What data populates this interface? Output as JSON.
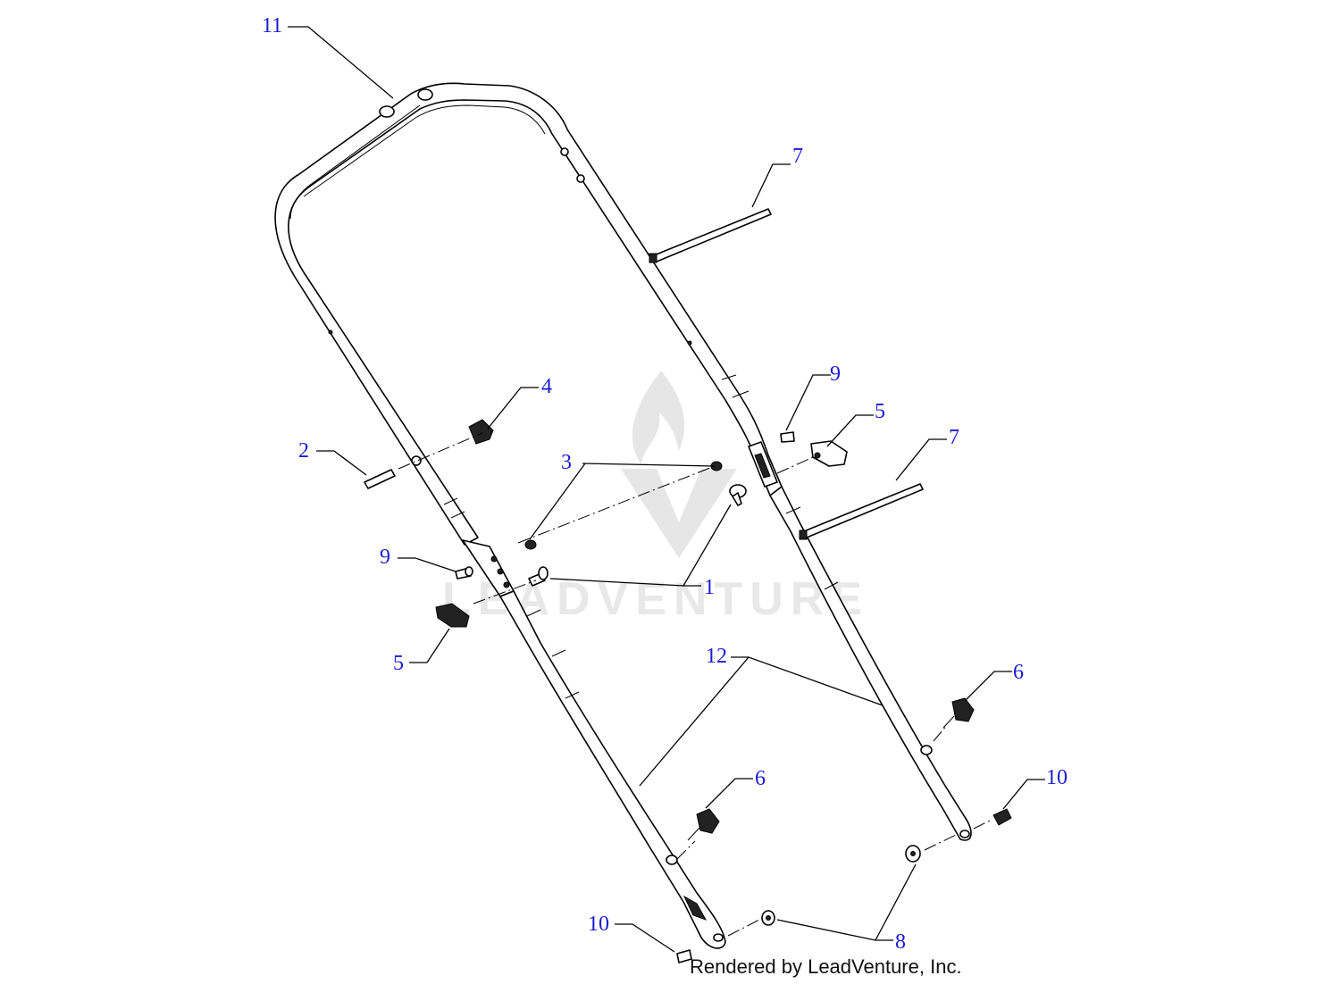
{
  "diagram": {
    "watermark_text": "LEADVENTURE",
    "footer_text": "Rendered by LeadVenture, Inc.",
    "callouts": {
      "c1": "1",
      "c2": "2",
      "c3": "3",
      "c4": "4",
      "c5a": "5",
      "c5b": "5",
      "c6a": "6",
      "c6b": "6",
      "c7a": "7",
      "c7b": "7",
      "c8": "8",
      "c9a": "9",
      "c9b": "9",
      "c10a": "10",
      "c10b": "10",
      "c11": "11",
      "c12": "12"
    },
    "colors": {
      "callout": "#1a1ad6",
      "lines": "#000000",
      "watermark": "#e6e6e6"
    }
  }
}
